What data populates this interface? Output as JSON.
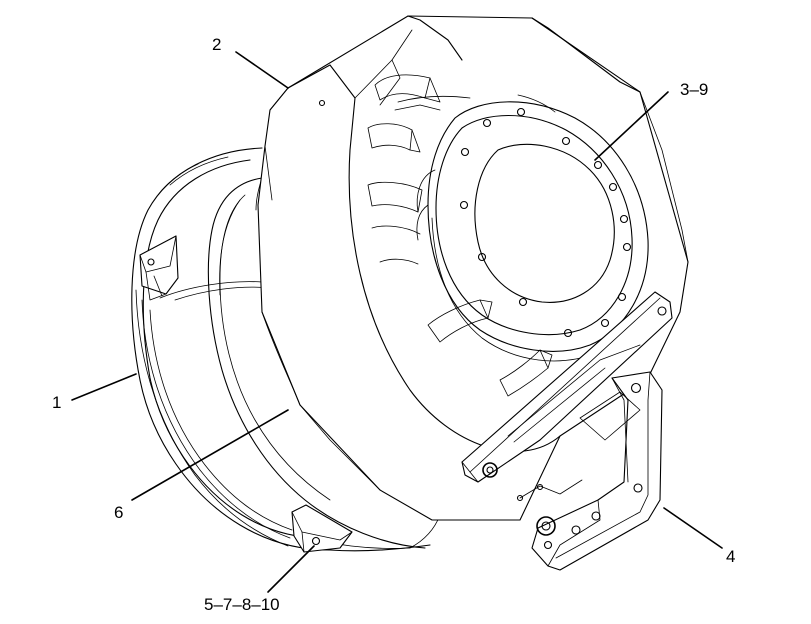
{
  "callouts": {
    "c1": "1",
    "c2": "2",
    "c3": "3–9",
    "c4": "4",
    "c5": "5–7–8–10",
    "c6": "6"
  }
}
